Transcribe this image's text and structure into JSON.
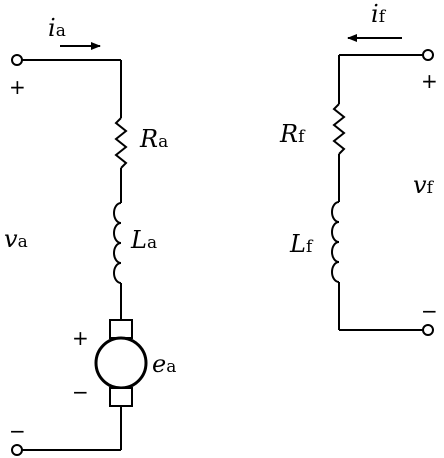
{
  "colors": {
    "stroke": "#000000",
    "background": "#ffffff"
  },
  "armature": {
    "current": {
      "symbol": "i",
      "subscript": "a"
    },
    "voltage": {
      "symbol": "v",
      "subscript": "a"
    },
    "resistor": {
      "symbol": "R",
      "subscript": "a"
    },
    "inductor": {
      "symbol": "L",
      "subscript": "a"
    },
    "emf": {
      "symbol": "e",
      "subscript": "a"
    },
    "terminal_plus": "+",
    "terminal_minus": "−",
    "emf_plus": "+",
    "emf_minus": "−"
  },
  "field": {
    "current": {
      "symbol": "i",
      "subscript": "f"
    },
    "voltage": {
      "symbol": "v",
      "subscript": "f"
    },
    "resistor": {
      "symbol": "R",
      "subscript": "f"
    },
    "inductor": {
      "symbol": "L",
      "subscript": "f"
    },
    "terminal_plus": "+",
    "terminal_minus": "−"
  }
}
